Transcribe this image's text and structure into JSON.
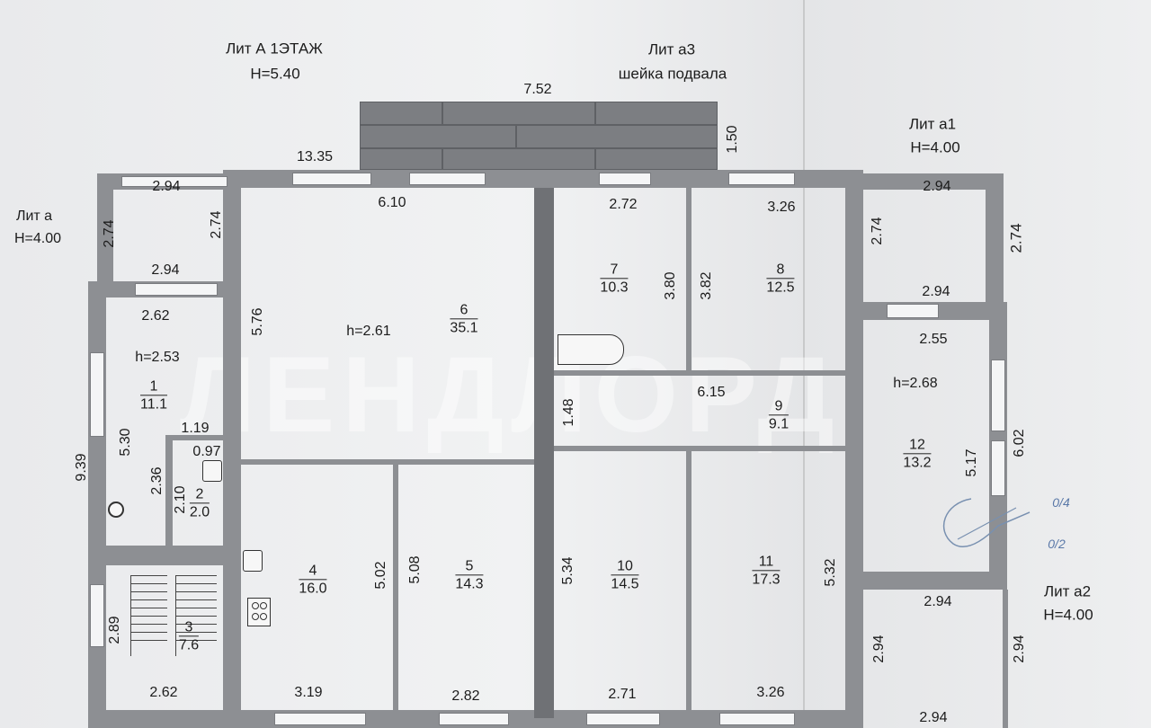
{
  "headings": {
    "lit_a_title": "Лит А  1ЭТАЖ",
    "lit_a_height": "H=5.40",
    "lit_a3_title": "Лит а3",
    "lit_a3_subtitle": "шейка подвала",
    "lit_a1_title": "Лит а1",
    "lit_a1_height": "H=4.00",
    "lit_a_small_title": "Лит а",
    "lit_a_small_height": "H=4.00",
    "lit_a2_title": "Лит а2",
    "lit_a2_height": "H=4.00"
  },
  "watermark": "ЛЕНДЛОРД",
  "rooms": [
    {
      "num": "1",
      "area": "11.1"
    },
    {
      "num": "2",
      "area": "2.0"
    },
    {
      "num": "3",
      "area": "7.6"
    },
    {
      "num": "4",
      "area": "16.0"
    },
    {
      "num": "5",
      "area": "14.3"
    },
    {
      "num": "6",
      "area": "35.1"
    },
    {
      "num": "7",
      "area": "10.3"
    },
    {
      "num": "8",
      "area": "12.5"
    },
    {
      "num": "9",
      "area": "9.1"
    },
    {
      "num": "10",
      "area": "14.5"
    },
    {
      "num": "11",
      "area": "17.3"
    },
    {
      "num": "12",
      "area": "13.2"
    }
  ],
  "ceiling_heights": {
    "main": "h=2.61",
    "room1": "h=2.53",
    "room12": "h=2.68"
  },
  "dimensions": {
    "d_7_52": "7.52",
    "d_1_50": "1.50",
    "d_13_35": "13.35",
    "d_6_10": "6.10",
    "d_2_72": "2.72",
    "d_3_26_top": "3.26",
    "d_2_94_a_top": "2.94",
    "d_2_74_a_left": "2.74",
    "d_2_74_a_right": "2.74",
    "d_2_94_a_bottom": "2.94",
    "d_2_62_top": "2.62",
    "d_5_76": "5.76",
    "d_3_80": "3.80",
    "d_3_82": "3.82",
    "d_2_94_a1_top": "2.94",
    "d_2_74_a1_left": "2.74",
    "d_2_74_a1_right": "2.74",
    "d_2_94_a1_bottom": "2.94",
    "d_2_55": "2.55",
    "d_6_15": "6.15",
    "d_1_48": "1.48",
    "d_5_30": "5.30",
    "d_9_39": "9.39",
    "d_1_19": "1.19",
    "d_0_97": "0.97",
    "d_2_36": "2.36",
    "d_2_10": "2.10",
    "d_5_17": "5.17",
    "d_6_02": "6.02",
    "d_5_02": "5.02",
    "d_5_08": "5.08",
    "d_5_34": "5.34",
    "d_5_32": "5.32",
    "d_2_89": "2.89",
    "d_2_62_bottom": "2.62",
    "d_3_19": "3.19",
    "d_2_82": "2.82",
    "d_2_71": "2.71",
    "d_3_26_bottom": "3.26",
    "d_2_94_a2_top": "2.94",
    "d_2_94_a2_left": "2.94",
    "d_2_94_a2_right": "2.94",
    "d_2_94_a2_bottom": "2.94"
  },
  "handwriting": {
    "note1": "0/4",
    "note2": "0/2"
  }
}
